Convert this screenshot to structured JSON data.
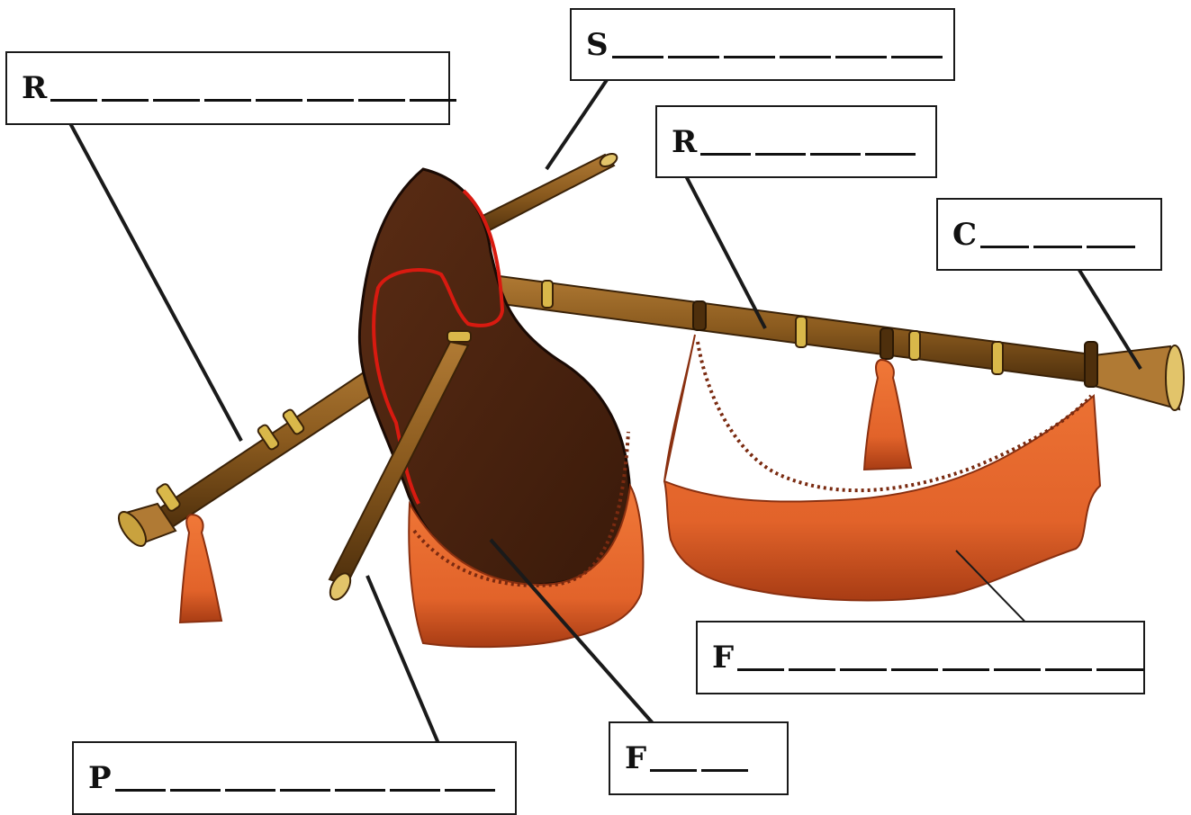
{
  "labels": [
    {
      "id": "r1",
      "letter": "R",
      "blanks": 8
    },
    {
      "id": "s",
      "letter": "S",
      "blanks": 6
    },
    {
      "id": "r2",
      "letter": "R",
      "blanks": 4
    },
    {
      "id": "c",
      "letter": "C",
      "blanks": 3
    },
    {
      "id": "f1",
      "letter": "F",
      "blanks": 8
    },
    {
      "id": "f2",
      "letter": "F",
      "blanks": 2
    },
    {
      "id": "p",
      "letter": "P",
      "blanks": 7
    }
  ],
  "colors": {
    "wood": "#8a5a1e",
    "wood_dark": "#4e2f0c",
    "brass": "#d9b84a",
    "bag": "#4a2410",
    "bag_trim": "#d81a10",
    "fringe": "#e2632a",
    "fringe_dark": "#a83c14",
    "line": "#1a1a1a"
  }
}
